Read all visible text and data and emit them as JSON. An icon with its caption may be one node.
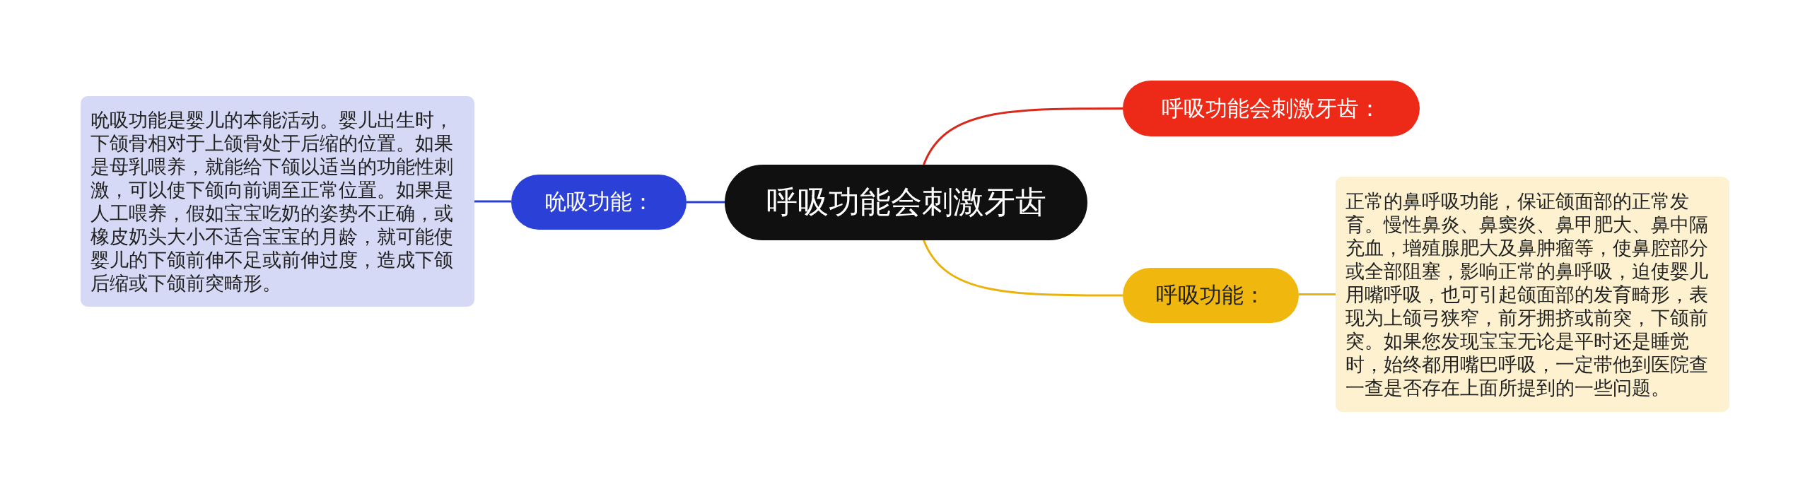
{
  "diagram": {
    "nodes": [
      {
        "text": [
          "呼吸功能会刺激牙齿"
        ]
      },
      {
        "text": [
          "呼吸功能会刺激牙齿："
        ]
      },
      {
        "text": [
          "呼吸功能："
        ]
      },
      {
        "text": [
          "正常的鼻呼吸功能，保证颌面部的正常发育。慢性鼻炎、鼻窦炎、鼻甲肥大、鼻中隔充血，增殖腺肥大及鼻肿瘤等，使鼻腔部分或全部阻塞，影响正常的鼻呼吸，迫使婴儿用嘴呼吸，也可引起颌面部的发育畸形，表现为上颌弓狭窄，前牙拥挤或前突，下颌前突。如果您发现宝宝无论是平时还是睡觉时，始终都用嘴巴呼吸，一定带他到医院查一查是否存在上面所提到的一些问题。"
        ]
      },
      {
        "text": [
          "吮吸功能："
        ]
      },
      {
        "text": [
          "吮吸功能是婴儿的本能活动。婴儿出生时，下颌骨相对于上颌骨处于后缩的位置。如果是母乳喂养，就能给下颌以适当的功能性刺激，可以使下颌向前调至正常位置。如果是人工喂养，假如宝宝吃奶的姿势不正确，或橡皮奶头大小不适合宝宝的月龄，就可能使婴儿的下颌前伸不足或前伸过度，造成下颌后缩或下颌前突畸形。"
        ]
      }
    ],
    "edges": [
      {
        "from": 0,
        "to": 1,
        "arrow": "none",
        "color": "#d9281c"
      },
      {
        "from": 0,
        "to": 2,
        "arrow": "none",
        "color": "#e9b20d"
      },
      {
        "from": 2,
        "to": 3,
        "arrow": "none",
        "color": "#e9b20d"
      },
      {
        "from": 0,
        "to": 4,
        "arrow": "none",
        "color": "#2a3fd0"
      },
      {
        "from": 4,
        "to": 5,
        "arrow": "none",
        "color": "#2a3fd0"
      }
    ]
  }
}
